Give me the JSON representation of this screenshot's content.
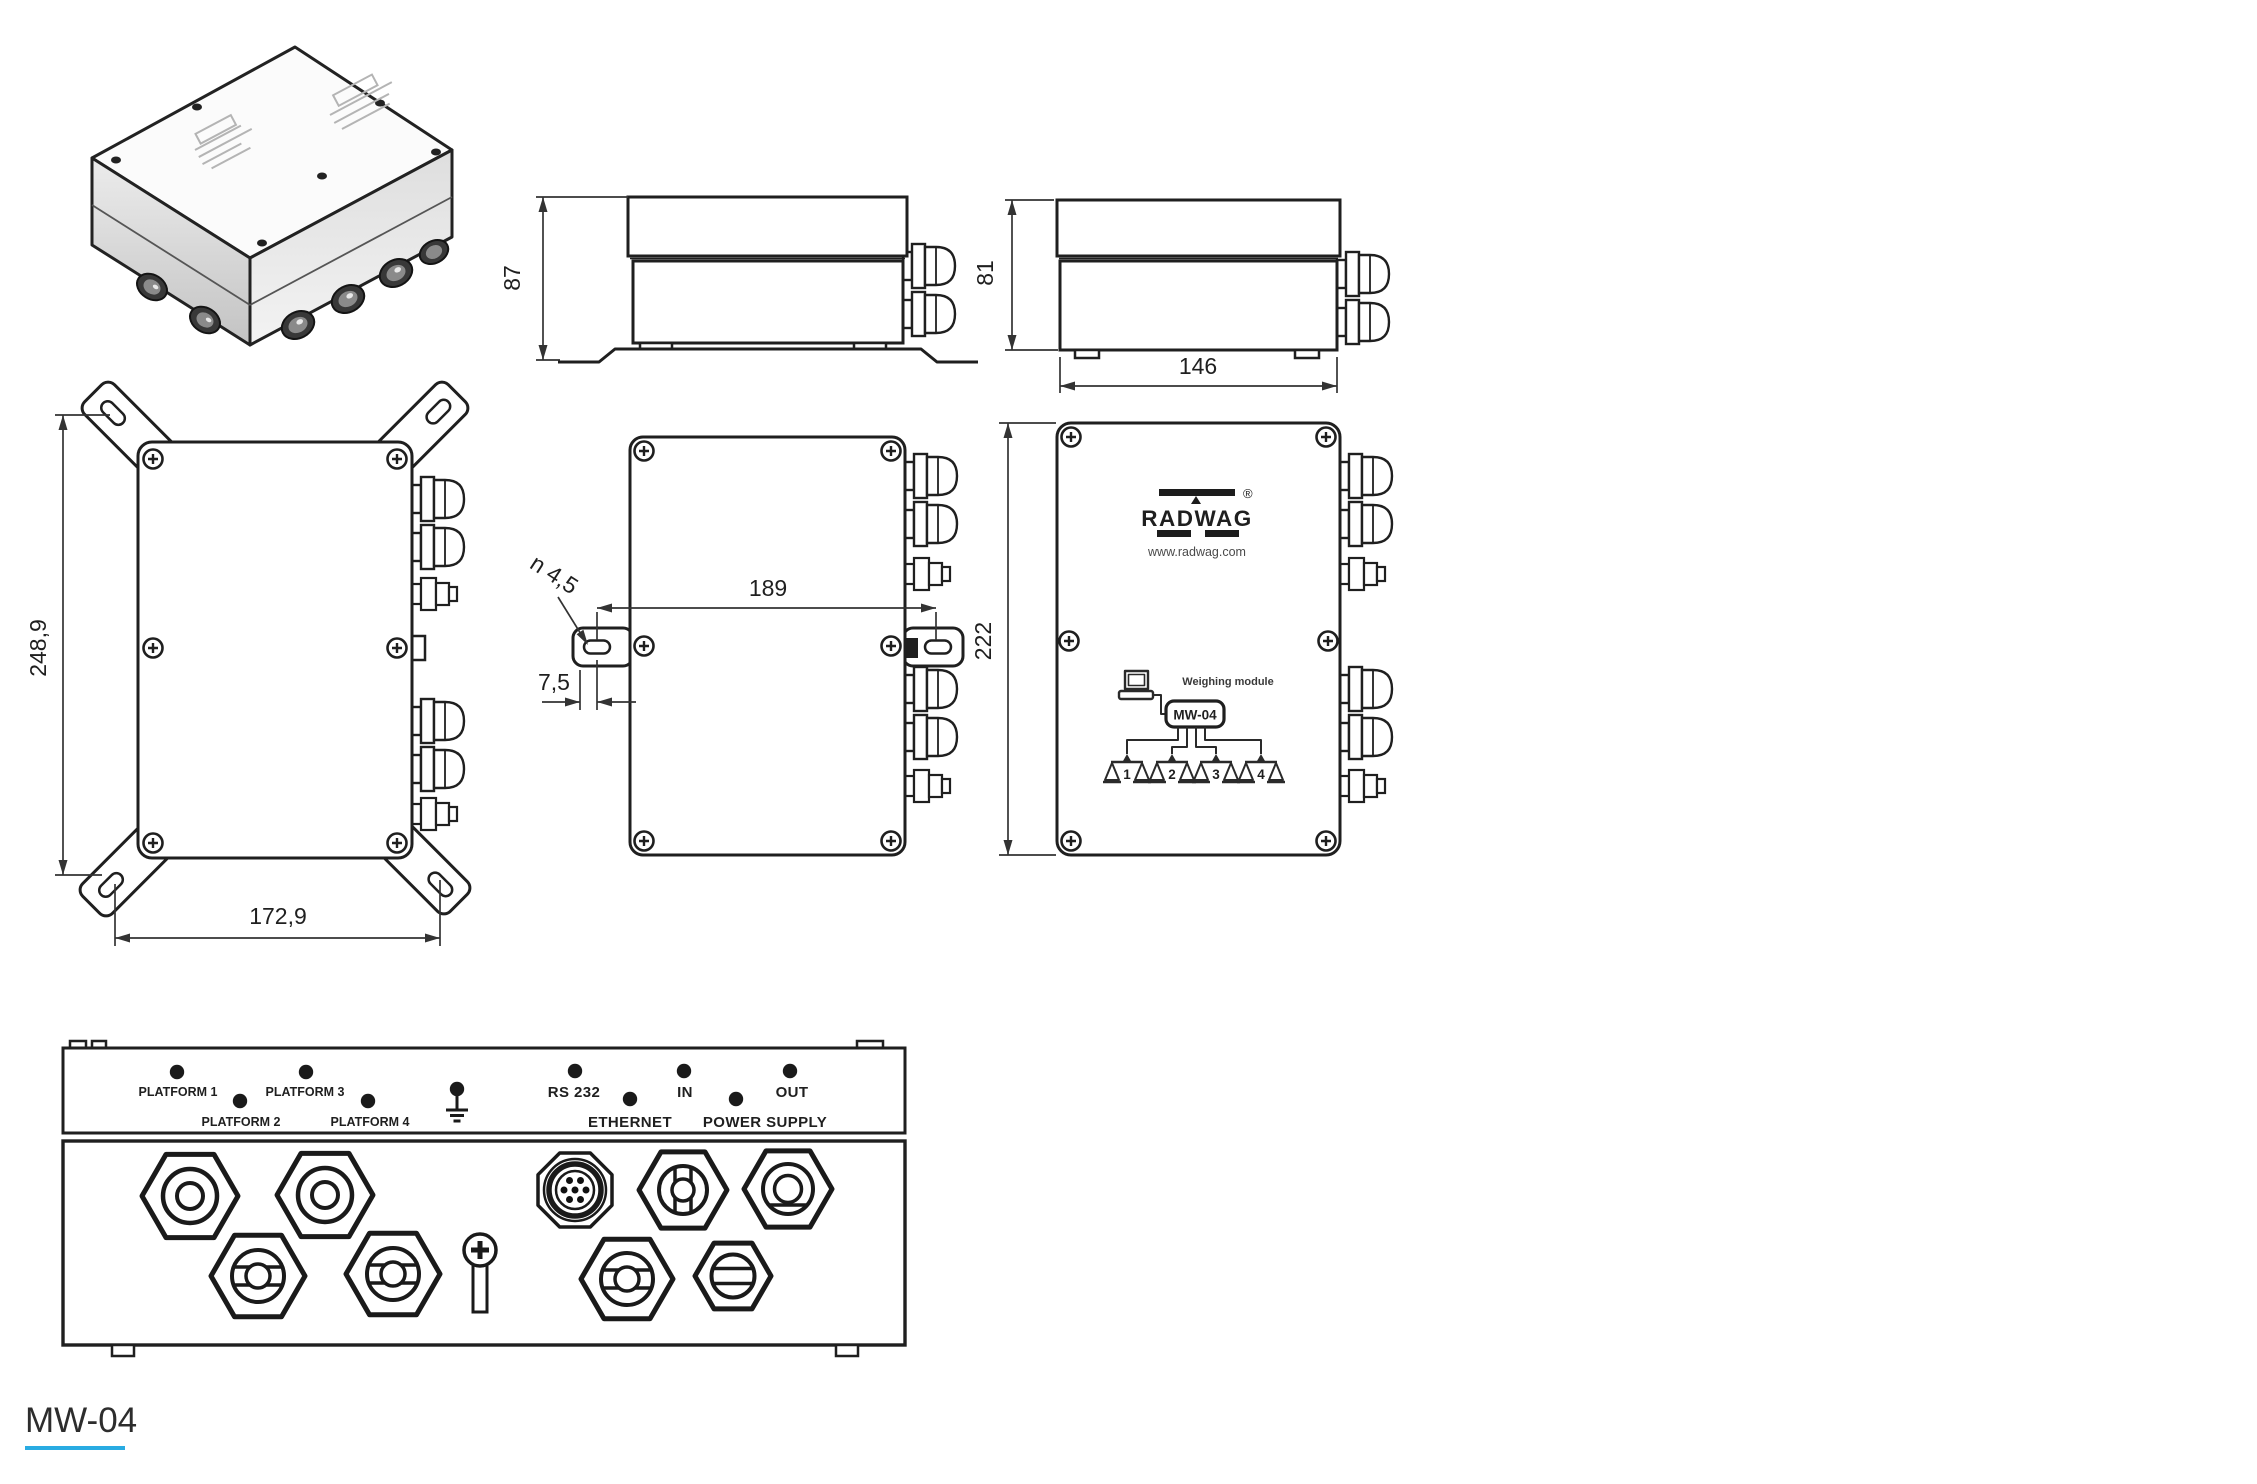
{
  "title": {
    "label": "MW-04",
    "underline_color": "#29ABE2"
  },
  "dimensions": {
    "side_height": "87",
    "side2_height": "81",
    "side2_width": "146",
    "top_height": "248,9",
    "top_width": "172,9",
    "back_width": "189",
    "hole": "n 4,5",
    "hole_offset": "7,5",
    "front_height": "222"
  },
  "front_panel": {
    "brand": "RADWAG",
    "registered": "®",
    "website": "www.radwag.com",
    "diagram_caption": "Weighing module",
    "module_label": "MW-04",
    "scale_labels": [
      "1",
      "2",
      "3",
      "4"
    ]
  },
  "connector_panel": {
    "labels": {
      "platform1": "PLATFORM 1",
      "platform2": "PLATFORM 2",
      "platform3": "PLATFORM 3",
      "platform4": "PLATFORM 4",
      "rs232": "RS 232",
      "ethernet": "ETHERNET",
      "in": "IN",
      "power": "POWER SUPPLY",
      "out": "OUT"
    }
  }
}
